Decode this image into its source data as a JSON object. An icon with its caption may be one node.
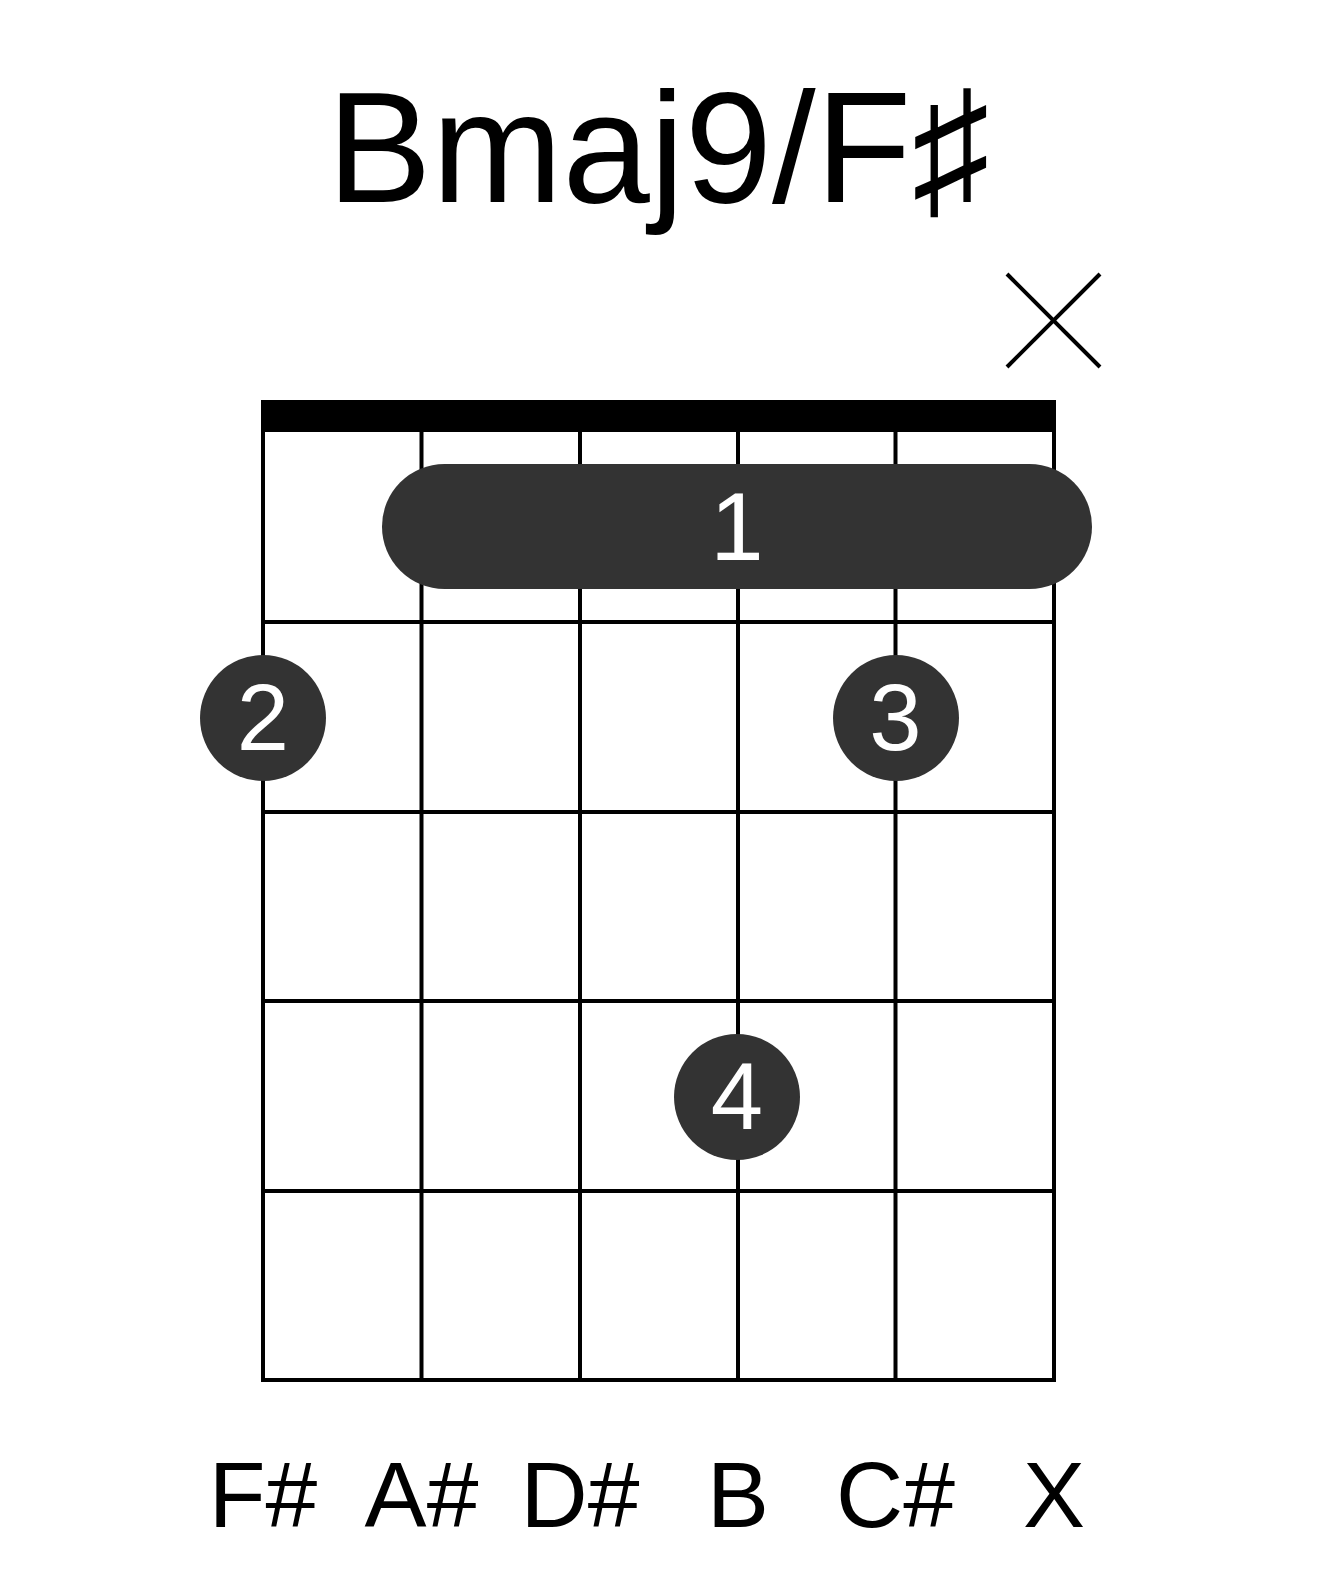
{
  "diagram": {
    "title": "Bmaj9/F♯",
    "nodes": [
      {
        "text": [
          "1"
        ]
      },
      {
        "text": [
          "2"
        ]
      },
      {
        "text": [
          "3"
        ]
      },
      {
        "text": [
          "4"
        ]
      }
    ],
    "labels": [
      "F#",
      "A#",
      "D#",
      "B",
      "C#",
      "X"
    ]
  }
}
